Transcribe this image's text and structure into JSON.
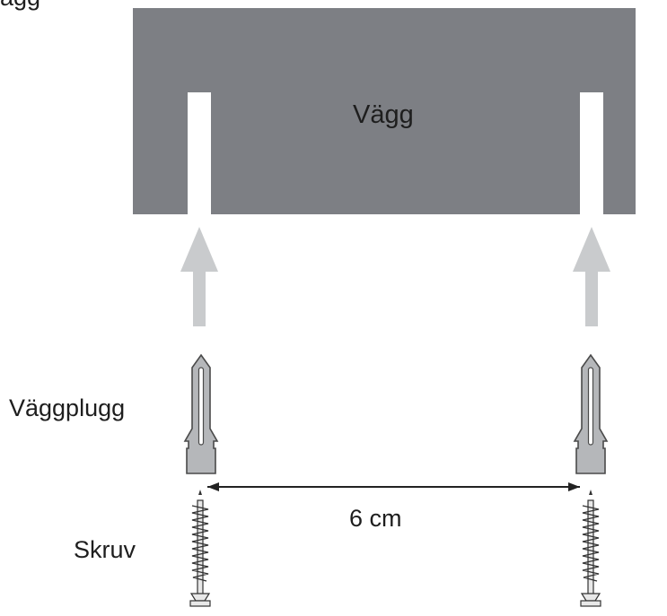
{
  "labels": {
    "corner_fragment": "ägg",
    "wall": "Vägg",
    "wall_plug": "Väggplugg",
    "screw": "Skruv",
    "dimension": "6 cm"
  },
  "colors": {
    "wall": "#7d7f84",
    "arrow": "#c9cbcd",
    "plug_fill": "#b5b7ba",
    "plug_stroke": "#4a4a4a",
    "line": "#222222"
  },
  "icons": [
    "upward-arrow",
    "wall-plug",
    "screw",
    "dimension-line"
  ]
}
